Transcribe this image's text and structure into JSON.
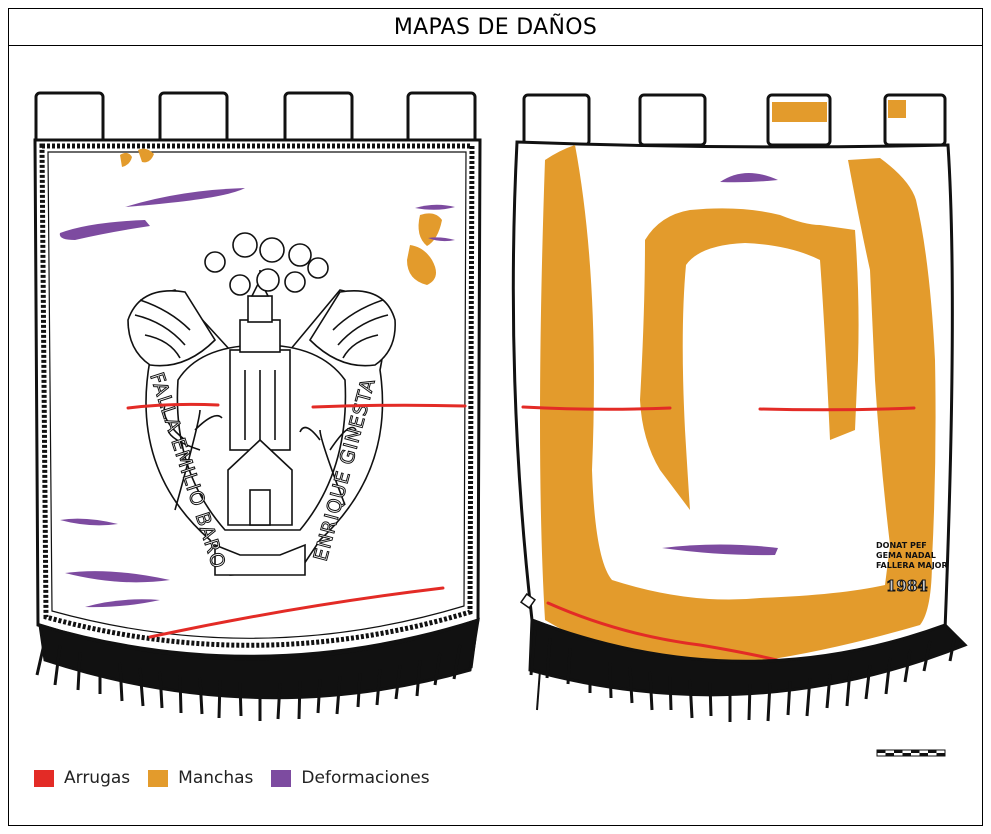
{
  "title": "MAPAS DE DAÑOS",
  "seal": {
    "text_left": "FALLA EMILIO BARO",
    "text_right": "ENRIQUE GINESTA"
  },
  "reverse": {
    "donation_lines": [
      "DONAT PEF",
      "GEMA NADAL",
      "FALLERA MAJOR"
    ],
    "year": "1984"
  },
  "legend": [
    {
      "label": "Arrugas",
      "color": "#e32b26"
    },
    {
      "label": "Manchas",
      "color": "#e39b2c"
    },
    {
      "label": "Deformaciones",
      "color": "#7d4ba0"
    }
  ],
  "colors": {
    "arrugas": "#e32b26",
    "manchas": "#e39b2c",
    "deformaciones": "#7d4ba0",
    "outline": "#111111"
  }
}
